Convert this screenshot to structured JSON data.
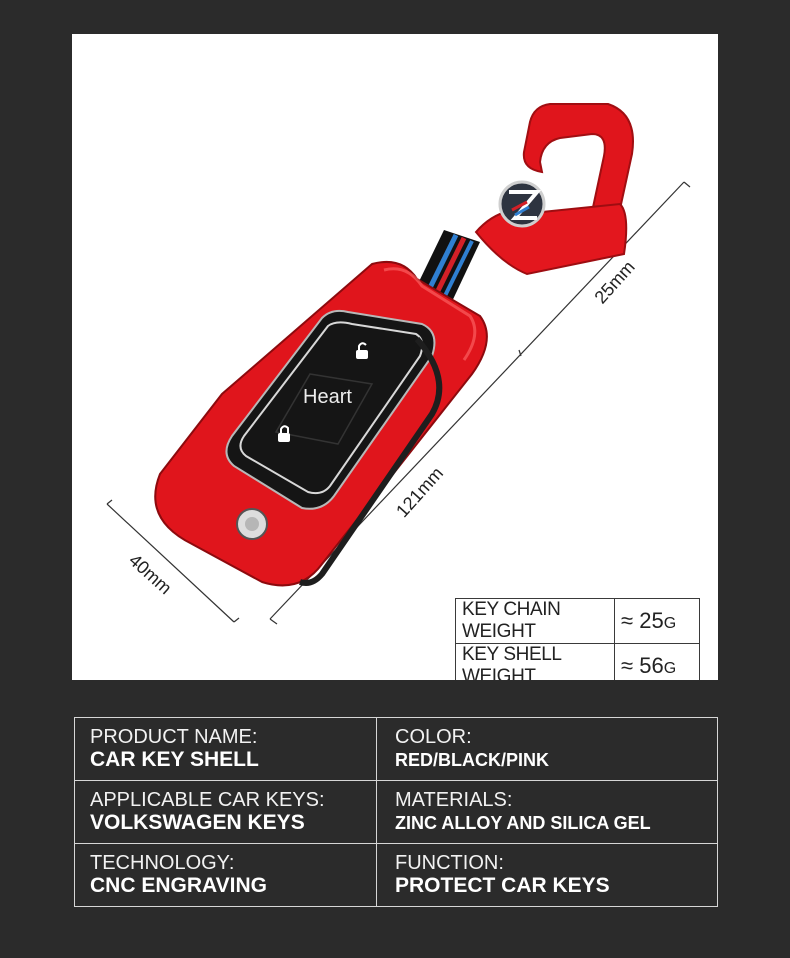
{
  "product_image": {
    "brand_text": "Heart",
    "dimensions": {
      "width": "40mm",
      "length": "121mm",
      "depth": "25mm"
    },
    "weights": [
      {
        "label": "KEY CHAIN WEIGHT",
        "approx": "≈",
        "value": "25",
        "unit": "G"
      },
      {
        "label": "KEY SHELL WEIGHT",
        "approx": "≈",
        "value": "56",
        "unit": "G"
      }
    ],
    "colors": {
      "shell": "#e0151c",
      "face": "#151515",
      "stripe_blue": "#2f7fd1",
      "stripe_red": "#d32027"
    }
  },
  "specs": {
    "product_name": {
      "label": "PRODUCT NAME:",
      "value": "CAR KEY SHELL"
    },
    "color": {
      "label": "COLOR:",
      "value": "RED/BLACK/PINK"
    },
    "applicable": {
      "label": "APPLICABLE CAR KEYS:",
      "value": "VOLKSWAGEN KEYS"
    },
    "materials": {
      "label": "MATERIALS:",
      "value": "ZINC ALLOY AND SILICA GEL"
    },
    "technology": {
      "label": "TECHNOLOGY:",
      "value": "CNC ENGRAVING"
    },
    "function": {
      "label": "FUNCTION:",
      "value": "PROTECT CAR KEYS"
    }
  }
}
